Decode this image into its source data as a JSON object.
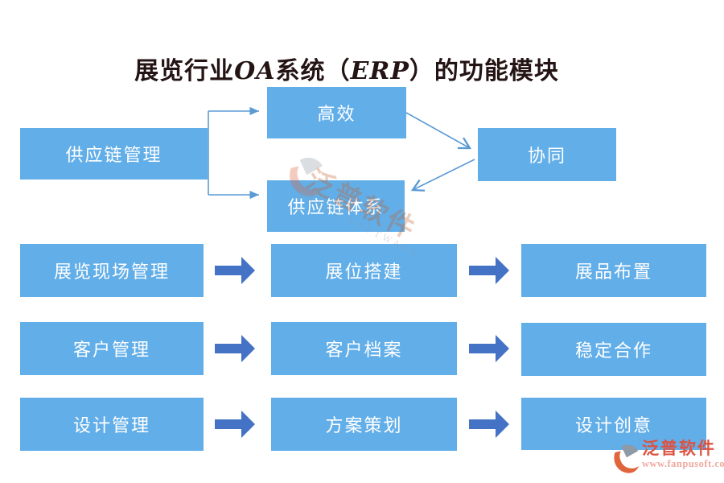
{
  "title": {
    "prefix": "展览行业",
    "oa": "OA",
    "mid": "系统（",
    "erp": "ERP",
    "suffix": "）的功能模块"
  },
  "colors": {
    "box_fill": "#62AEE8",
    "box_text": "#FFFFFF",
    "block_arrow": "#4472C4",
    "connector": "#5B9BD5",
    "title_text": "#241414",
    "brand_red": "#DE5241",
    "brand_url": "#F0A99E",
    "brand_grey": "#8E9AA6",
    "brand_orange": "#E0643C",
    "watermark_tan": "#C0622F"
  },
  "top_flow": {
    "source": "供应链管理",
    "branch_top": "高效",
    "branch_bottom": "供应链体系",
    "result": "协同"
  },
  "rows": [
    {
      "left": "展览现场管理",
      "middle": "展位搭建",
      "right": "展品布置"
    },
    {
      "left": "客户管理",
      "middle": "客户档案",
      "right": "稳定合作"
    },
    {
      "left": "设计管理",
      "middle": "方案策划",
      "right": "设计创意"
    }
  ],
  "watermark": {
    "brand": "泛普软件",
    "brand_sub": "FANPU SOFTWARE"
  },
  "footer_logo": {
    "brand": "泛普软件",
    "url": "www.fanpusoft.com"
  }
}
